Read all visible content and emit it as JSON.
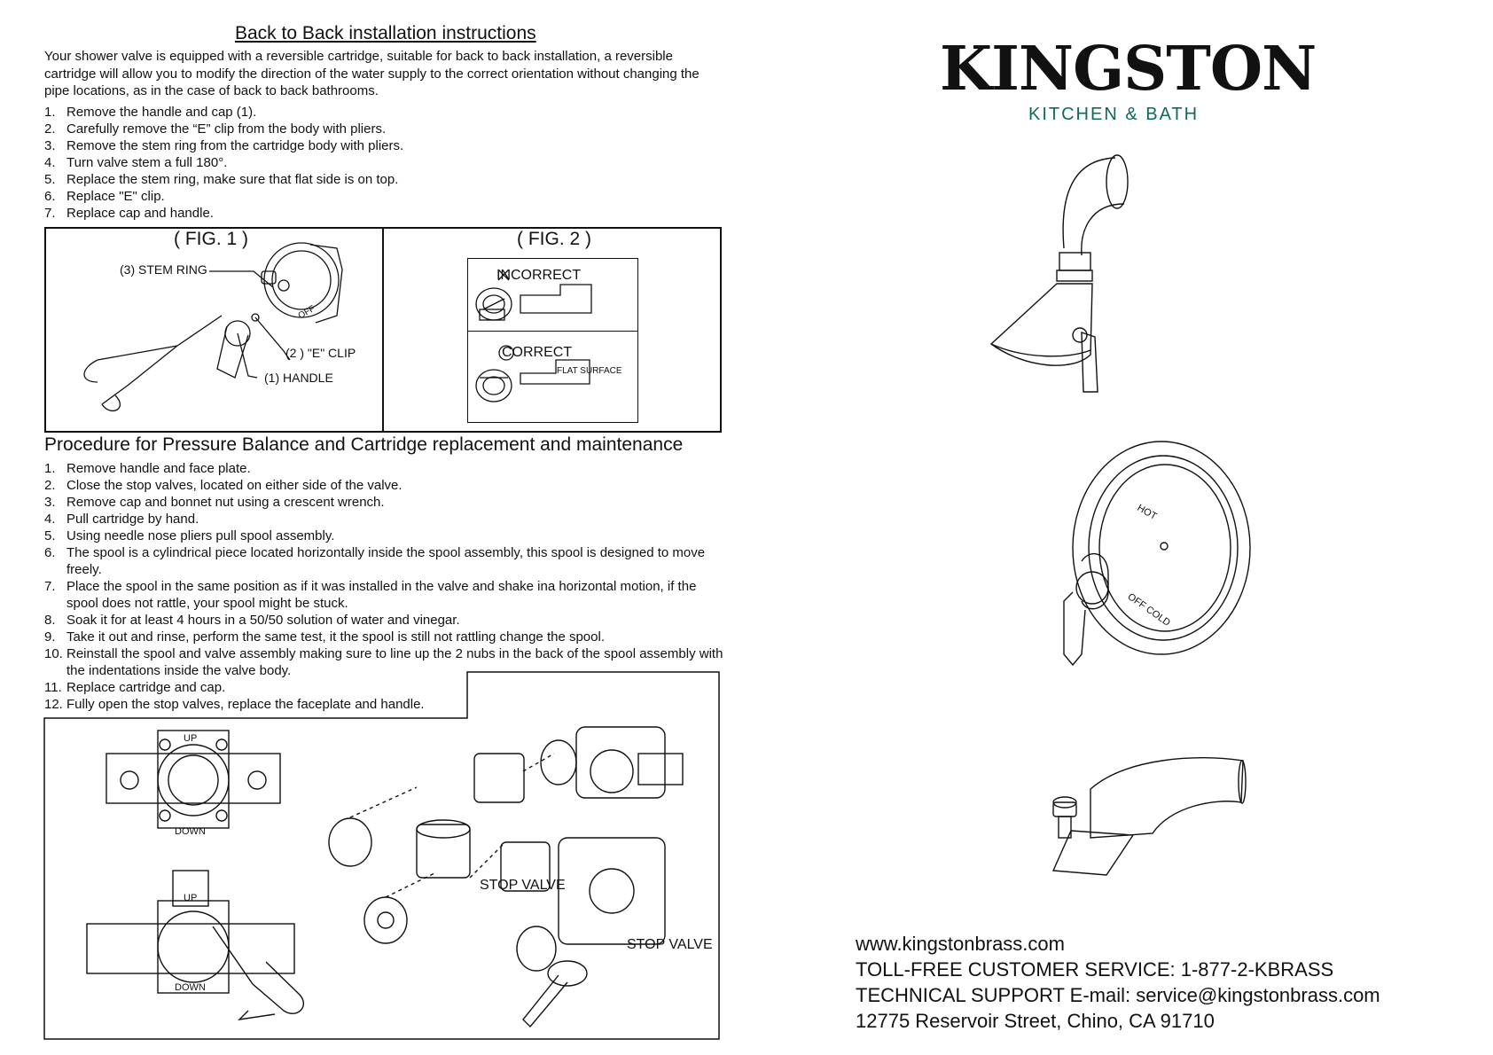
{
  "header": {
    "title": "Back to Back installation instructions",
    "intro": "Your shower valve is equipped with a reversible cartridge, suitable for back to back installation, a reversible cartridge will allow you to modify the direction of  the water supply to the correct orientation without changing the pipe locations, as in the case of back to back bathrooms."
  },
  "back_to_back_steps": [
    {
      "num": "1.",
      "text": "Remove the handle and cap (1)."
    },
    {
      "num": "2.",
      "text": "Carefully remove the “E” clip from the body with pliers."
    },
    {
      "num": "3.",
      "text": "Remove the stem ring from the cartridge body with pliers."
    },
    {
      "num": "4.",
      "text": "Turn valve stem a full 180°."
    },
    {
      "num": "5.",
      "text": "Replace the stem ring, make sure that flat side is on top."
    },
    {
      "num": "6.",
      "text": "Replace \"E\" clip."
    },
    {
      "num": "7.",
      "text": "Replace cap and handle."
    }
  ],
  "fig1": {
    "label": "( FIG. 1 )",
    "stem_ring": "(3) STEM RING",
    "e_clip": "(2 ) \"E\" CLIP",
    "handle": "(1) HANDLE",
    "off": "OFF"
  },
  "fig2": {
    "label": "( FIG. 2 )",
    "incorrect": "INCORRECT",
    "correct": "CORRECT",
    "flat_surface": "FLAT SURFACE"
  },
  "procedure": {
    "title": "Procedure for Pressure Balance and Cartridge replacement and maintenance",
    "steps": [
      {
        "num": "1.",
        "text": "Remove handle and face plate."
      },
      {
        "num": "2.",
        "text": "Close the stop valves, located on either side of the valve."
      },
      {
        "num": "3.",
        "text": "Remove cap and bonnet nut using a crescent wrench."
      },
      {
        "num": "4.",
        "text": "Pull cartridge by hand."
      },
      {
        "num": "5.",
        "text": "Using needle nose pliers pull spool assembly."
      },
      {
        "num": "6.",
        "text": "The spool is a cylindrical piece located horizontally inside the spool assembly, this spool is designed to move freely."
      },
      {
        "num": "7.",
        "text": "Place the spool in the same position as if it was installed in the valve and shake ina horizontal motion, if the spool does not rattle, your spool might be stuck."
      },
      {
        "num": "8.",
        "text": "Soak it for at least 4 hours in a 50/50 solution of water and vinegar."
      },
      {
        "num": "9.",
        "text": "Take it out and rinse, perform the same test, it the spool is still not rattling change the spool."
      },
      {
        "num": "10.",
        "text": "Reinstall the spool and valve assembly making sure to line up the 2 nubs in the back of the spool assembly with the indentations inside the valve body."
      },
      {
        "num": "11.",
        "text": "Replace cartridge and cap."
      },
      {
        "num": "12.",
        "text": "Fully open the stop valves, replace the faceplate and handle."
      }
    ]
  },
  "diagram": {
    "up": "UP",
    "down": "DOWN",
    "stop_valve": "STOP VALVE"
  },
  "brand": {
    "name": "KINGSTON",
    "tagline": "KITCHEN & BATH",
    "tagline_color": "#0d6b5c"
  },
  "valve_plate": {
    "hot": "HOT",
    "off_cold": "OFF  COLD"
  },
  "contact": {
    "website": "www.kingstonbrass.com",
    "tollfree": "TOLL-FREE CUSTOMER SERVICE: 1-877-2-KBRASS",
    "support": "TECHNICAL SUPPORT E-mail: service@kingstonbrass.com",
    "address": "12775 Reservoir Street, Chino, CA 91710"
  }
}
